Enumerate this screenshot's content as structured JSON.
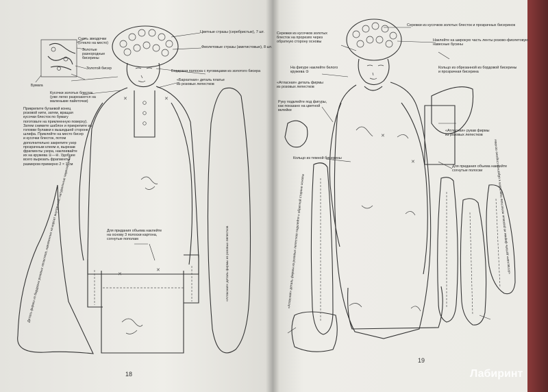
{
  "left_page": {
    "page_number": "18",
    "labels": {
      "sequin_under_bead": "Снять звездочки\n(стекло на место)",
      "gold_sequin_right": "Золотые\nразнородные\nбисерины",
      "gold_bead": "Золотой бисер",
      "paper": "Бумага",
      "gold_sequin_pieces": "Кусочки золотых блесток\n(уже легко разрезаются на\nмаленькие пайеточки)",
      "bugle_beads": "Цветные стразы (серебристые), 7 шт.",
      "violet_rhinestones": "Фиолетовые стразы (аметистовые), 8 шт.",
      "burgundy_strip": "Бордовая полоска с пуговицами из золотого бисера",
      "velvet_dress": "«Бархатная» деталь платье\nиз розовых лепестков",
      "instruction": "Прикрепите бугаевой конец\nрозовой нити, затем, вращая\nкусочки блесток по бумагу\nпоготовьте на приклеенную поверху).\nЗатем снимите шаблон и прикрепите из\nголовки булавки к вышедшей стороне\nшлифа. Приклейте на место бисер\nи кусочки блесток, потом\nдополнительно закрепите узор\nпрозрачным клеем и, вырезав\nфрагменты узора, наклеивайте\nих на кружева ①—④. Удобнее\nвсего вырезать фрагменты\nразмером примерно 2 × 1 см",
      "volume_note": "Для придания объема наклейте\nна основу 3 полоски картона,\nсогнутые пополам",
      "satin_sleeve_rot": "«Атласная» деталь фирмы из розовых лепестков",
      "bottom_left_rot": "Деталь фирмы из бордовых розовых лепестков, наклеенных на корсет\nвнутренний, натуральные переплетения"
    }
  },
  "right_page": {
    "page_number": "19",
    "labels": {
      "earrings": "Сережки из кусочков золотых\nблесток на прорезях через\nобратную сторону основы",
      "sequin_trim": "Сережки из кусочков золотых блесток и прозрачных бисеринок",
      "ribbon_tie": "Наклейте на широкую часть ленты розово-фиолетовую\nнавесные бусины",
      "mesh_lace": "На фигуре наклейте белого\nкружева ⑤",
      "satin_detail": "«Атласная» деталь фирмы\nиз розовых лепестков",
      "arm_note": "Руку подклейте под фигуры,\nкак показано на цветной\nвклейке",
      "ring": "Кольцо из темной бисерины",
      "bead_bag": "Кольцо из обрезанной из бордовой бисерины\nи прозрачная бисерина",
      "satin_sleeve": "«Атласная» рукав фирмы\nиз розовых лепестков",
      "volume_note": "Для придания объема наклейте\nсогнутые полоски",
      "left_rot": "«Атласная» деталь фирмы из розовых лепестков\nподклейте к обратной стороне основы",
      "right_rot": "«Атласная» деталь фирмы из розовых\nлепестков подклейте к обратной стороне основы"
    }
  },
  "watermark": "Лабиринт"
}
